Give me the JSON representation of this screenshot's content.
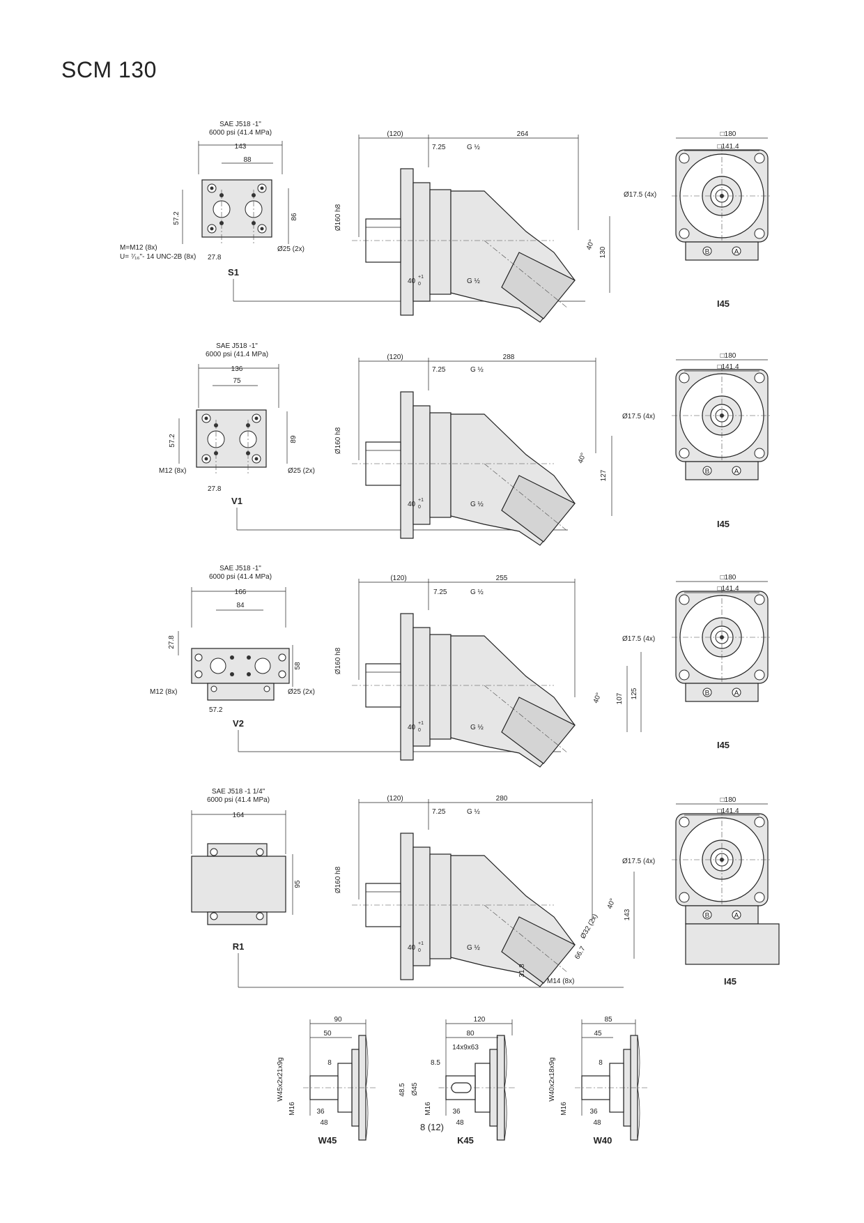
{
  "page_title": "SCM 130",
  "footer": "8 (12)",
  "common": {
    "sae_pressure": "6000 psi  (41.4 MPa)",
    "dim_120": "(120)",
    "dim_7_25": "7.25",
    "g_half": "G ½",
    "dia_160": "Ø160 h8",
    "dim_40": "40",
    "tol_plus": "+1",
    "tol_zero": "0",
    "angle_40": "40°",
    "sq_180": "□180",
    "sq_141": "□141.4",
    "dia_17_5": "Ø17.5 (4x)",
    "shaft_code": "I45",
    "port_b": "B",
    "port_a": "A"
  },
  "variants": [
    {
      "code": "S1",
      "sae": "SAE J518 -1\"",
      "w_outer": "143",
      "w_inner": "88",
      "h_left": "57.2",
      "h_right": "86",
      "len": "264",
      "height": "130",
      "thread1": "M=M12 (8x)",
      "thread2": "U= ⁷⁄₁₆\"- 14 UNC-2B (8x)",
      "d_off": "27.8",
      "port": "Ø25 (2x)"
    },
    {
      "code": "V1",
      "sae": "SAE J518 -1\"",
      "w_outer": "136",
      "w_inner": "75",
      "h_left": "57.2",
      "h_right": "89",
      "len": "288",
      "height": "127",
      "thread1": "M12 (8x)",
      "d_off": "27.8",
      "port": "Ø25 (2x)"
    },
    {
      "code": "V2",
      "sae": "SAE J518 -1\"",
      "w_outer": "166",
      "w_inner": "84",
      "h_left": "27.8",
      "h_right": "58",
      "len": "255",
      "height": "107",
      "height2": "125",
      "thread1": "M12 (8x)",
      "d_off": "57.2",
      "port": "Ø25 (2x)"
    },
    {
      "code": "R1",
      "sae": "SAE J518 -1 1/4\"",
      "w_outer": "164",
      "h_right": "95",
      "len": "280",
      "height": "143",
      "port": "Ø32 (2x)",
      "d_66": "66.7",
      "d_31": "31.8",
      "thread_m14": "M14 (8x)"
    }
  ],
  "shafts": [
    {
      "code": "W45",
      "l_total": "90",
      "l_mid": "50",
      "l_small": "8",
      "spline": "W45x2x21x9g",
      "thread": "M16",
      "l36": "36",
      "l48": "48"
    },
    {
      "code": "K45",
      "l_total": "120",
      "l_mid": "80",
      "key": "14x9x63",
      "l_small": "8.5",
      "d45": "Ø45",
      "h48": "48.5",
      "thread": "M16",
      "l36": "36",
      "l48": "48"
    },
    {
      "code": "W40",
      "l_total": "85",
      "l_mid": "45",
      "l_small": "8",
      "spline": "W40x2x18x9g",
      "thread": "M16",
      "l36": "36",
      "l48": "48"
    }
  ]
}
